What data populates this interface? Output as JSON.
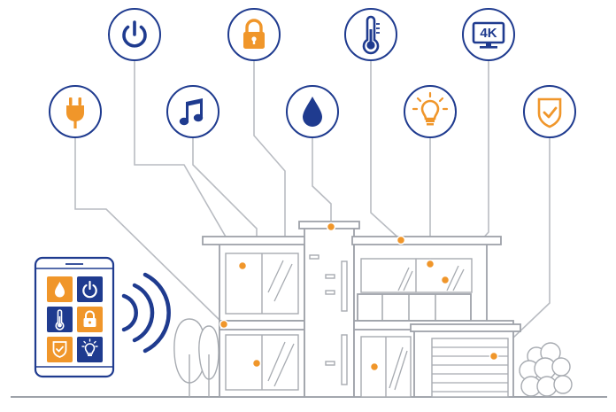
{
  "colors": {
    "blue": "#1f3b8f",
    "orange": "#f0962a",
    "line": "#b9bcc2",
    "house": "#9ea2a9"
  },
  "icons": [
    {
      "name": "power-plug-icon",
      "color": "orange"
    },
    {
      "name": "power-button-icon",
      "color": "blue"
    },
    {
      "name": "music-note-icon",
      "color": "blue"
    },
    {
      "name": "padlock-icon",
      "color": "orange"
    },
    {
      "name": "water-drop-icon",
      "color": "blue"
    },
    {
      "name": "thermometer-icon",
      "color": "blue"
    },
    {
      "name": "light-bulb-icon",
      "color": "orange"
    },
    {
      "name": "4k-tv-icon",
      "color": "blue"
    },
    {
      "name": "shield-check-icon",
      "color": "orange"
    }
  ],
  "tv_label": "4K",
  "tablet_tiles": [
    {
      "name": "water-drop-icon",
      "bg": "#f0962a"
    },
    {
      "name": "power-button-icon",
      "bg": "#1f3b8f"
    },
    {
      "name": "thermometer-icon",
      "bg": "#1f3b8f"
    },
    {
      "name": "padlock-icon",
      "bg": "#f0962a"
    },
    {
      "name": "shield-check-icon",
      "bg": "#f0962a"
    },
    {
      "name": "light-bulb-icon",
      "bg": "#1f3b8f"
    }
  ]
}
